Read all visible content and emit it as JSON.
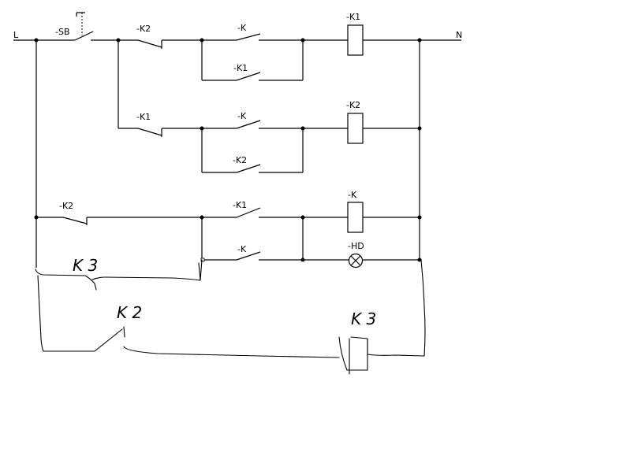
{
  "terminals": {
    "line": "L",
    "neutral": "N"
  },
  "labels": {
    "sb": "-SB",
    "r1_k2": "-K2",
    "r1_k": "-K",
    "r1_k1_par": "-K1",
    "coil_k1": "-K1",
    "r2_k1": "-K1",
    "r2_k": "-K",
    "r2_k2_par": "-K2",
    "coil_k2": "-K2",
    "r3_k2": "-K2",
    "r3_k1": "-K1",
    "coil_k": "-K",
    "r4_k": "-K",
    "lamp_hd": "-HD",
    "hand_k3_top": "K 3",
    "hand_k2": "K 2",
    "hand_k3_right": "K 3"
  }
}
